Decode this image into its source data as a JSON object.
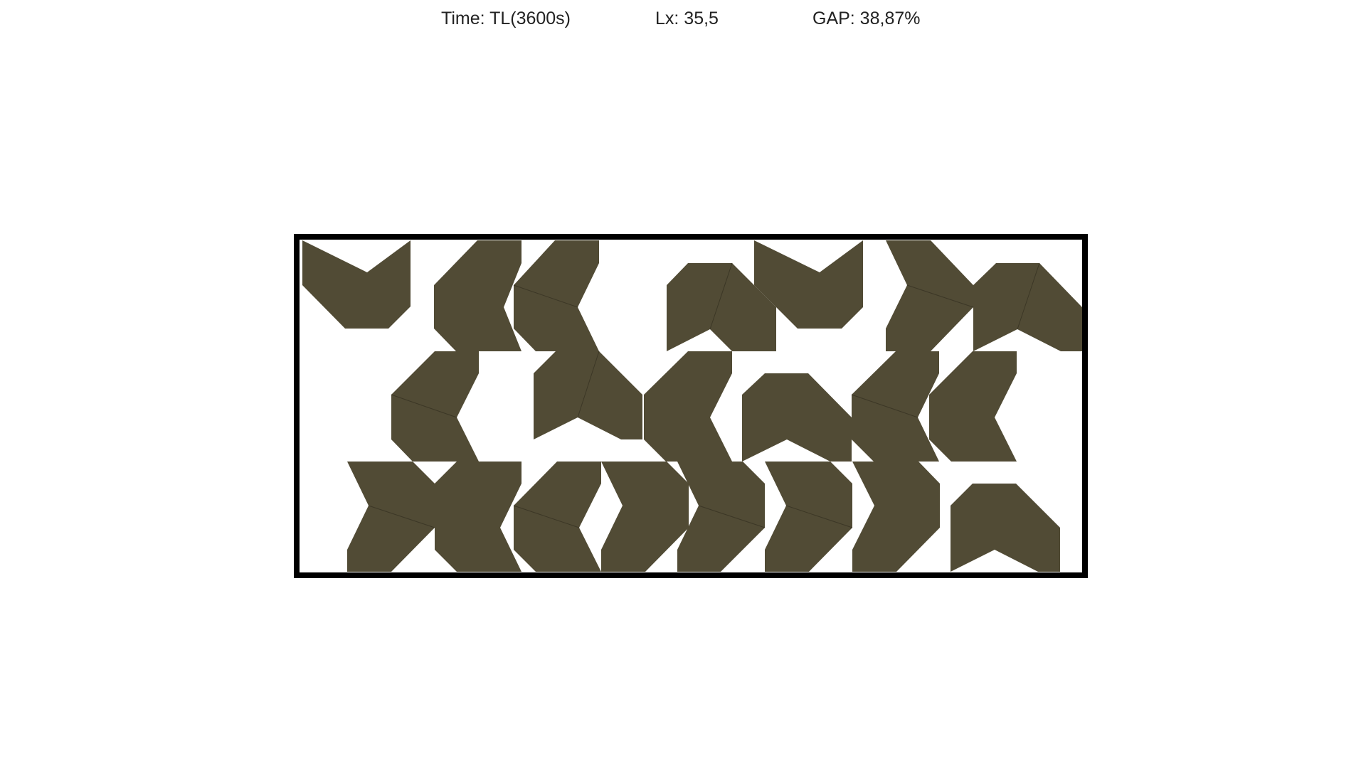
{
  "header": {
    "time": "Time: TL(3600s)",
    "length": "Lx: 35,5",
    "gap": "GAP: 38,87%"
  },
  "colors": {
    "piece_fill": "#514b35",
    "container_border": "#000000",
    "background": "#ffffff"
  }
}
